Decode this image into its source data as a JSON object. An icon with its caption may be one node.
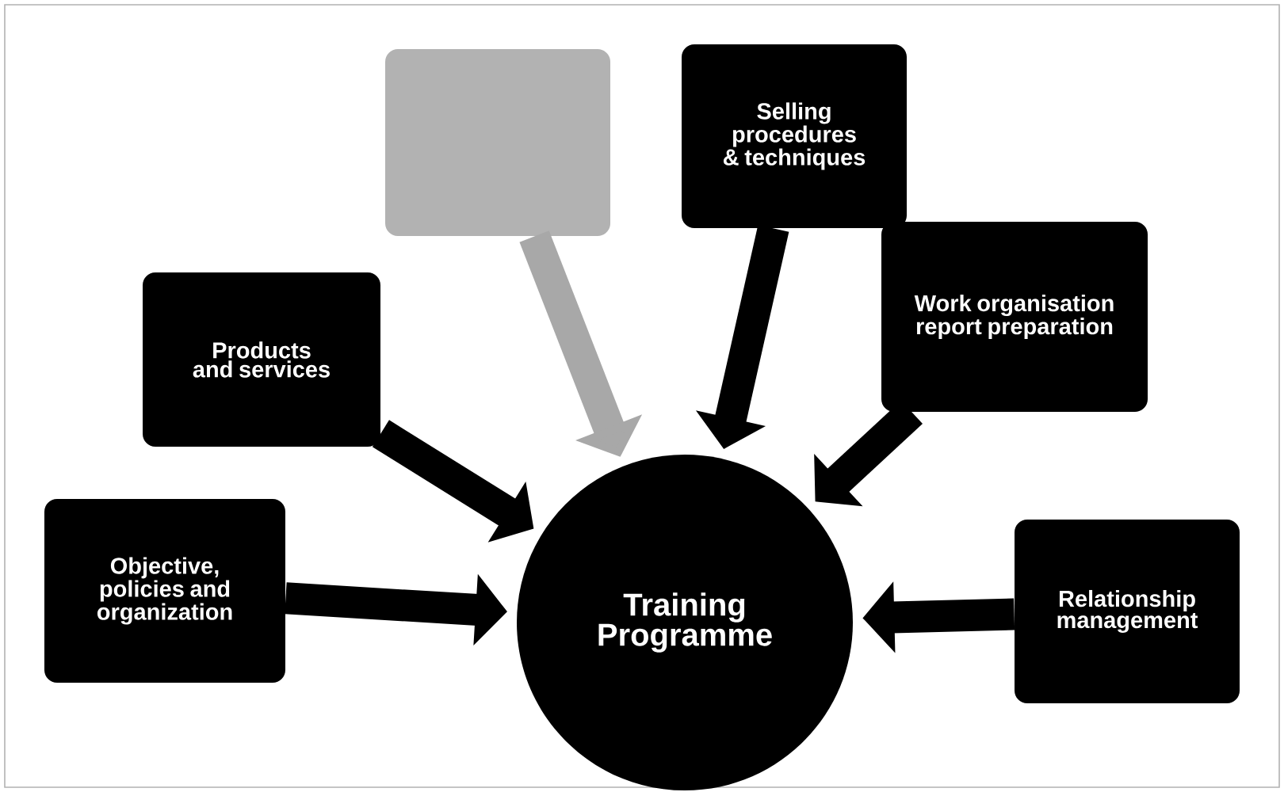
{
  "diagram": {
    "nodes": [
      {
        "text": [],
        "shape": "box"
      },
      {
        "text": [
          "Selling procedures & techniques"
        ]
      },
      {
        "text": [
          "Products and services"
        ]
      },
      {
        "text": [
          "Work organisation report preparation"
        ]
      },
      {
        "text": [
          "Objective, policies and organization"
        ]
      },
      {
        "text": [
          "Training Programme"
        ]
      },
      {
        "text": [
          "Relationship management"
        ]
      }
    ],
    "edges": [
      {
        "from": 0,
        "to": 5,
        "arrow": "to",
        "color": "#a8a8a8"
      },
      {
        "from": 1,
        "to": 5,
        "arrow": "to"
      },
      {
        "from": 2,
        "to": 5,
        "arrow": "to"
      },
      {
        "from": 3,
        "to": 5,
        "arrow": "to"
      },
      {
        "from": 4,
        "to": 5,
        "arrow": "to"
      },
      {
        "from": 6,
        "to": 5,
        "arrow": "to"
      }
    ]
  }
}
